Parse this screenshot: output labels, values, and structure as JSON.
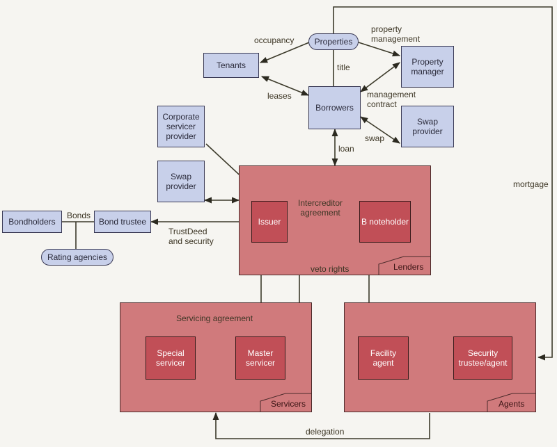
{
  "nodes": {
    "properties": "Properties",
    "tenants": "Tenants",
    "property_manager": "Property\nmanager",
    "borrowers": "Borrowers",
    "swap_provider_right": "Swap\nprovider",
    "corporate_servicer": "Corporate\nservicer\nprovider",
    "swap_provider_left": "Swap\nprovider",
    "bondholders": "Bondholders",
    "bond_trustee": "Bond trustee",
    "rating_agencies": "Rating agencies",
    "issuer": "Issuer",
    "b_noteholder": "B noteholder",
    "special_servicer": "Special\nservicer",
    "master_servicer": "Master\nservicer",
    "facility_agent": "Facility\nagent",
    "security_trustee": "Security\ntrustee/agent"
  },
  "groups": {
    "lenders": "Lenders",
    "servicers": "Servicers",
    "agents": "Agents"
  },
  "edge_labels": {
    "occupancy": "occupancy",
    "property_management": "property\nmanagement",
    "title": "title",
    "leases": "leases",
    "management_contract": "management\ncontract",
    "swap": "swap",
    "loan": "loan",
    "mortgage": "mortgage",
    "bonds": "Bonds",
    "trust_deed": "TrustDeed\nand security",
    "intercreditor": "Intercreditor\nagreement",
    "veto_rights": "veto rights",
    "servicing_agreement": "Servicing agreement",
    "delegation": "delegation"
  },
  "colors": {
    "node_fill": "#c8d0ea",
    "zone_fill": "#d07a7c",
    "inner_fill": "#c14f57",
    "line": "#3c3a2a"
  }
}
